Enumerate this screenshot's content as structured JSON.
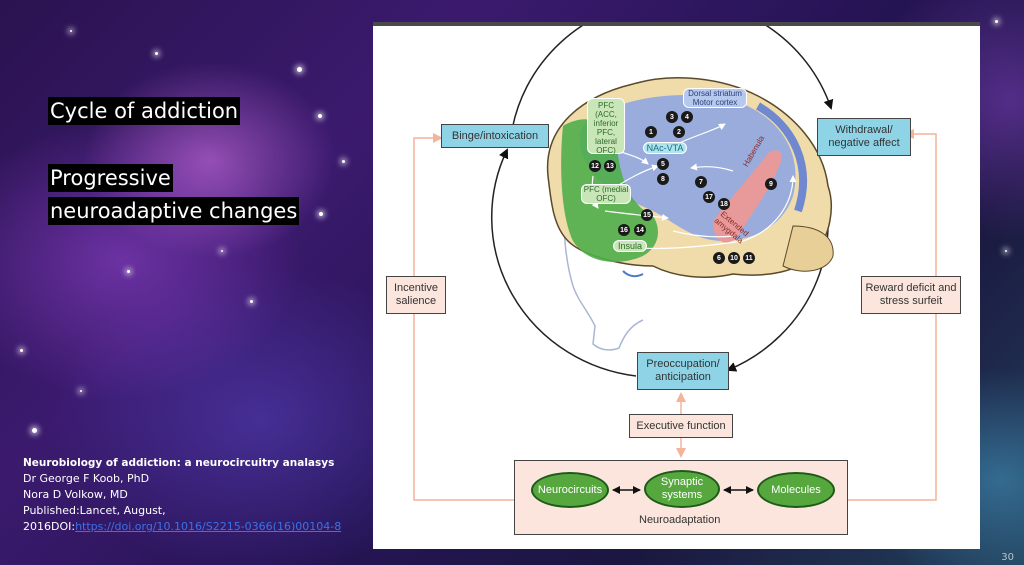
{
  "slide": {
    "title_lines": [
      "Cycle of addiction",
      "Progressive",
      "neuroadaptive changes"
    ],
    "slide_number": "30"
  },
  "reference": {
    "title": "Neurobiology of addiction: a neurocircuitry analasys",
    "author1": "Dr George F Koob, PhD",
    "author2": "Nora D Volkow, MD",
    "published": "Published:Lancet, August,",
    "doi_prefix": "2016DOI:",
    "doi_link": "https://doi.org/10.1016/S2215-0366(16)00104-8"
  },
  "diagram": {
    "stages": {
      "binge": "Binge/intoxication",
      "withdrawal": "Withdrawal/ negative affect",
      "preoccupation": "Preoccupation/ anticipation"
    },
    "domains": {
      "incentive": "Incentive salience",
      "reward": "Reward deficit and stress surfeit",
      "executive": "Executive function"
    },
    "neuroadaptation": {
      "label": "Neuroadaptation",
      "items": [
        "Neurocircuits",
        "Synaptic systems",
        "Molecules"
      ]
    },
    "regions": {
      "pfc_lateral": "PFC (ACC, inferior PFC, lateral OFC)",
      "dorsal": "Dorsal striatum Motor cortex",
      "nac": "NAc-VTA",
      "habenula": "Habenula",
      "amygdala": "Extended amygdala",
      "pfc_medial": "PFC (medial OFC)",
      "insula": "Insula"
    },
    "badges": [
      "1",
      "2",
      "3",
      "4",
      "5",
      "6",
      "7",
      "8",
      "9",
      "10",
      "11",
      "12",
      "13",
      "14",
      "15",
      "16",
      "17",
      "18"
    ],
    "colors": {
      "stage_box": "#8fd3e6",
      "domain_box": "#fbe5dc",
      "arrow_salmon": "#f4b49a",
      "oval_green": "#56a83e",
      "brain": "#f0dcaa",
      "blue_region": "#8fa6e0",
      "green_region": "#4fae4a",
      "pink_region": "#e89a9a"
    }
  }
}
